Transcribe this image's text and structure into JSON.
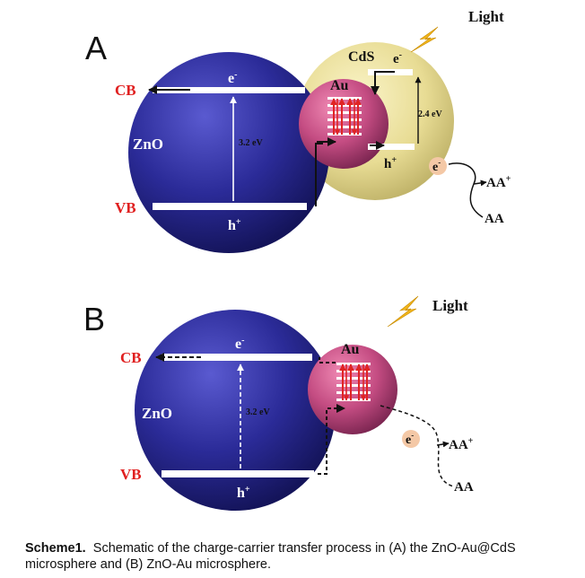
{
  "colors": {
    "zno": "#2f2f9a",
    "au": "#d0588a",
    "cds": "#ece19a",
    "band_label": "#e02020",
    "arrow_red": "#e02424",
    "bolt": "#f1b51c"
  },
  "panel_a": {
    "letter": "A",
    "cb": "CB",
    "vb": "VB",
    "zno": "ZnO",
    "e_minus": "e",
    "h_plus": "h",
    "gap_zno": "3.2 eV",
    "au": "Au",
    "cds": "CdS",
    "cds_e": "e",
    "gap_cds": "2.4 eV",
    "h_plus_cds": "h",
    "e_donor": "e",
    "aa_plus": "AA",
    "aa": "AA",
    "light": "Light",
    "minus_sign": "-",
    "plus_sign": "+"
  },
  "panel_b": {
    "letter": "B",
    "cb": "CB",
    "vb": "VB",
    "zno": "ZnO",
    "e_minus": "e",
    "h_plus": "h",
    "gap_zno": "3.2 eV",
    "au": "Au",
    "e_donor": "e",
    "aa_plus": "AA",
    "aa": "AA",
    "light": "Light",
    "minus_sign": "-",
    "plus_sign": "+"
  },
  "caption": {
    "label": "Scheme1.",
    "text": "Schematic of the charge-carrier transfer process in (A) the ZnO-Au@CdS microsphere and (B) ZnO-Au microsphere."
  }
}
